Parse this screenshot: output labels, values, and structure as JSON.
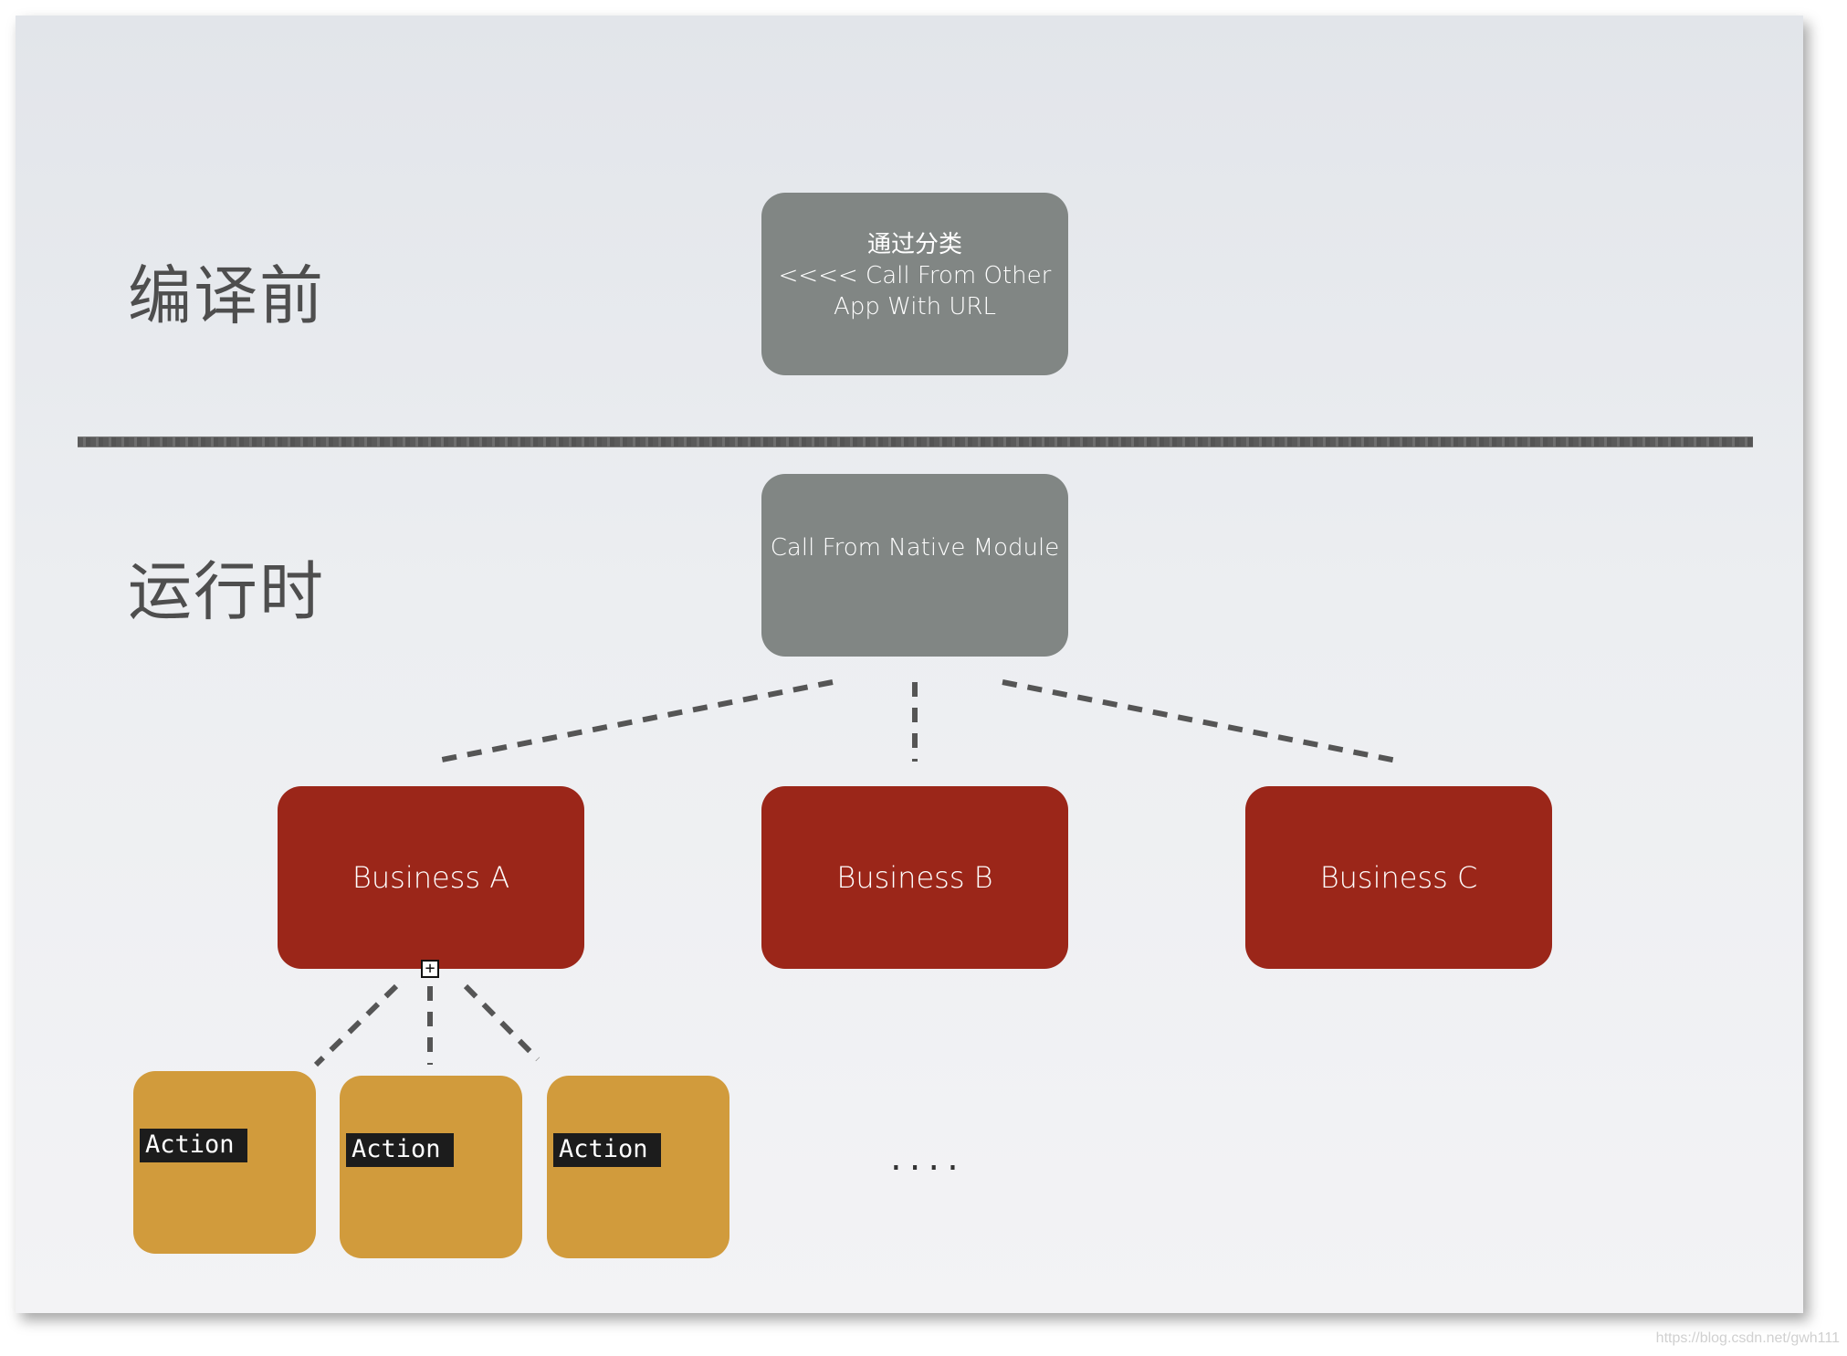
{
  "sections": {
    "before_compile": "编译前",
    "runtime": "运行时"
  },
  "nodes": {
    "url_entry": {
      "line1": "通过分类",
      "line2": "<<<<  Call From Other",
      "line3": "App With URL"
    },
    "native_entry": "Call From Native Module",
    "business": [
      "Business A",
      "Business B",
      "Business C"
    ],
    "actions": [
      "Action",
      "Action",
      "Action"
    ]
  },
  "ellipsis": "....",
  "watermark": "https://blog.csdn.net/gwh111",
  "colors": {
    "gray_node": "#818684",
    "business_node": "#9b2619",
    "action_node": "#d19b3c",
    "connector": "#555555",
    "divider": "#5b5b5b"
  }
}
